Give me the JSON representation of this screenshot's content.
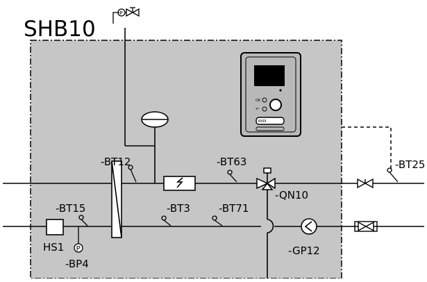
{
  "title": "SHB10",
  "labels": {
    "bt12": "-BT12",
    "bt63": "-BT63",
    "bt25": "-BT25",
    "qn10": "-QN10",
    "bt15": "-BT15",
    "bt3": "-BT3",
    "bt71": "-BT71",
    "hs1": "HS1",
    "bp4": "-BP4",
    "gp12": "-GP12"
  },
  "control_panel": {
    "ok": "OK",
    "back": "↶"
  },
  "colors": {
    "enclosure_fill": "#c6c6c6",
    "line": "#000000",
    "panel_fill": "#b9b9b9",
    "display": "#000000"
  }
}
